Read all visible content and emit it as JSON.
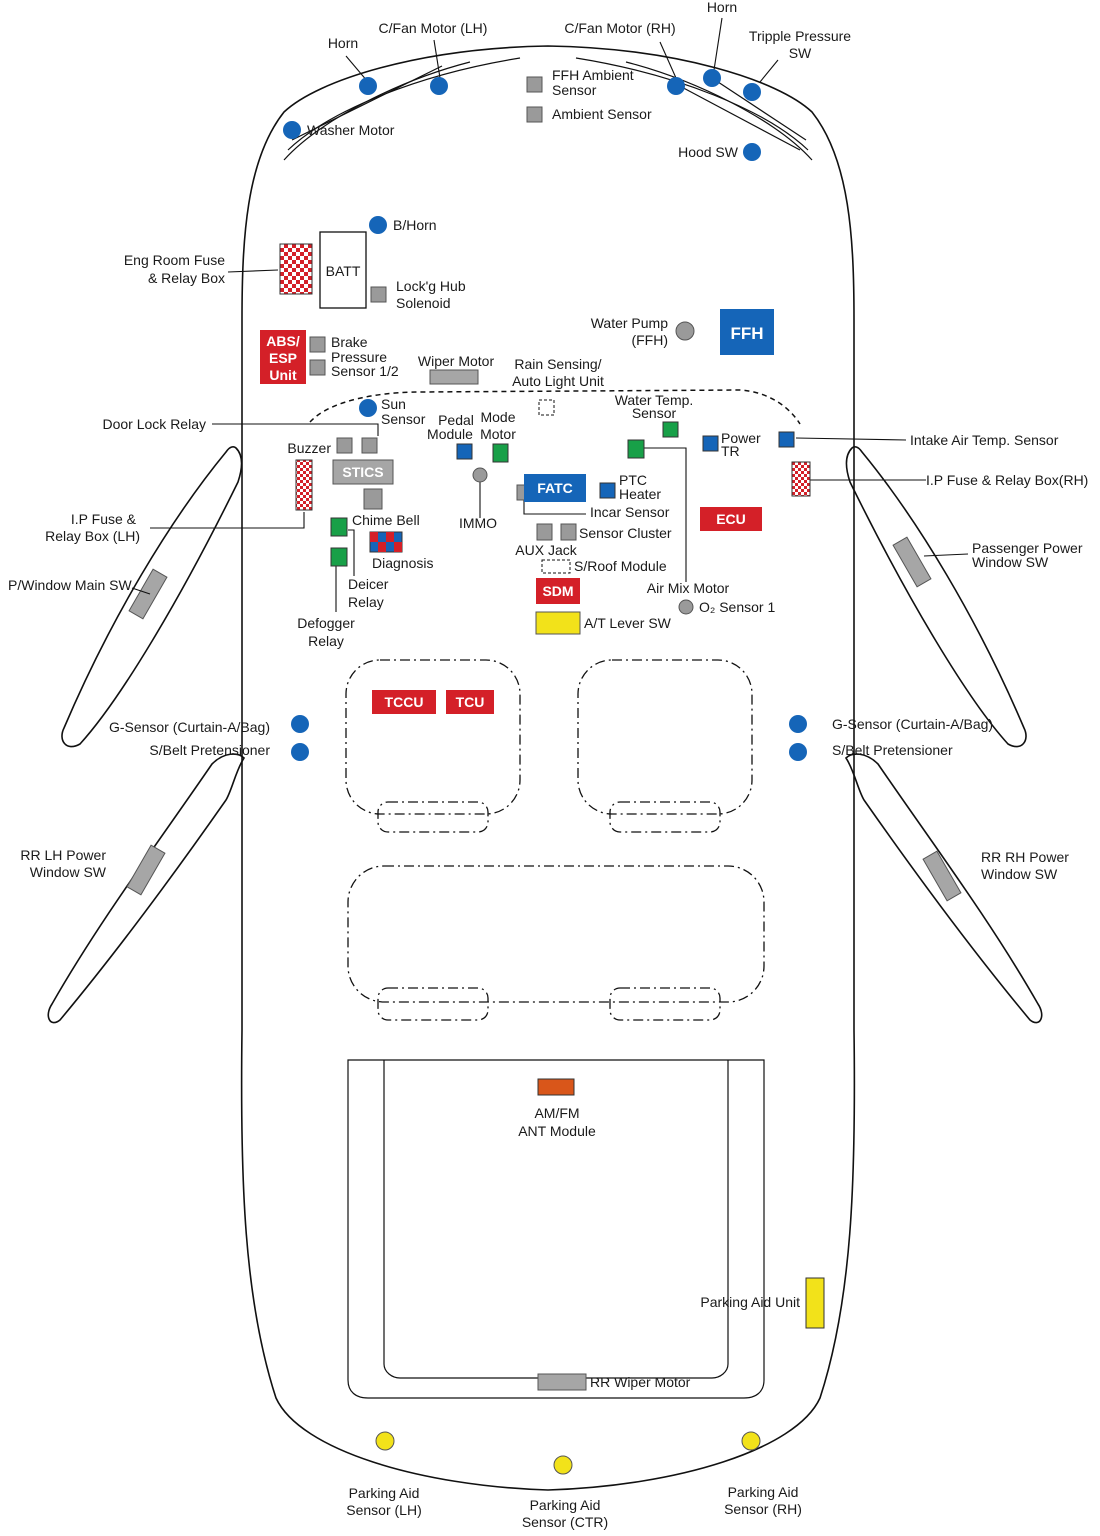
{
  "colors": {
    "circle_sensor": "#1565b8",
    "square_gray": "#9a9a9a",
    "square_blue": "#1565b8",
    "square_green": "#18a048",
    "module_red": "#d42028",
    "module_blue": "#1565b8",
    "module_yellow": "#f2e21a",
    "module_orange": "#d9561a",
    "module_gray": "#a6a6a6",
    "fuse_checker": "#d42028",
    "circle_yellow": "#f2e21a",
    "circle_gray": "#9a9a9a"
  },
  "labels": {
    "horn_lh": "Horn",
    "cfan_lh": "C/Fan Motor (LH)",
    "cfan_rh": "C/Fan Motor (RH)",
    "horn_rh": "Horn",
    "tripple_line1": "Tripple Pressure",
    "tripple_line2": "SW",
    "ffh_ambient_line1": "FFH Ambient",
    "ffh_ambient_line2": "Sensor",
    "ambient_sensor": "Ambient Sensor",
    "washer_motor": "Washer Motor",
    "hood_sw": "Hood SW",
    "b_horn": "B/Horn",
    "eng_room_line1": "Eng Room Fuse",
    "eng_room_line2": "& Relay Box",
    "batt": "BATT",
    "lockg_line1": "Lock'g Hub",
    "lockg_line2": "Solenoid",
    "water_pump_line1": "Water Pump",
    "water_pump_line2": "(FFH)",
    "ffh": "FFH",
    "abs_line1": "ABS/",
    "abs_line2": "ESP",
    "abs_line3": "Unit",
    "brake_line1": "Brake",
    "brake_line2": "Pressure",
    "brake_line3": "Sensor 1/2",
    "wiper_motor": "Wiper Motor",
    "rain_line1": "Rain Sensing/",
    "rain_line2": "Auto Light Unit",
    "sun_line1": "Sun",
    "sun_line2": "Sensor",
    "door_lock_relay": "Door Lock Relay",
    "water_temp_line1": "Water Temp.",
    "water_temp_line2": "Sensor",
    "pedal_line1": "Pedal",
    "pedal_line2": "Module",
    "mode_line1": "Mode",
    "mode_line2": "Motor",
    "power_tr_line1": "Power",
    "power_tr_line2": "TR",
    "intake_air": "Intake Air Temp. Sensor",
    "buzzer": "Buzzer",
    "stics": "STICS",
    "ip_fuse_rh": "I.P Fuse & Relay Box(RH)",
    "fatc": "FATC",
    "ptc_line1": "PTC",
    "ptc_line2": "Heater",
    "ip_fuse_lh_line1": "I.P Fuse &",
    "ip_fuse_lh_line2": "Relay Box (LH)",
    "chime_bell": "Chime Bell",
    "immo": "IMMO",
    "incar_sensor": "Incar Sensor",
    "ecu": "ECU",
    "diagnosis": "Diagnosis",
    "sensor_cluster": "Sensor Cluster",
    "aux_jack": "AUX Jack",
    "passenger_pw_line1": "Passenger Power",
    "passenger_pw_line2": "Window SW",
    "pwindow_main": "P/Window Main SW",
    "sroof_module": "S/Roof Module",
    "deicer_line1": "Deicer",
    "deicer_line2": "Relay",
    "air_mix_motor": "Air Mix Motor",
    "sdm": "SDM",
    "o2_sensor": "O₂ Sensor 1",
    "defogger_line1": "Defogger",
    "defogger_line2": "Relay",
    "at_lever": "A/T Lever SW",
    "tccu": "TCCU",
    "tcu": "TCU",
    "g_sensor_lh": "G-Sensor (Curtain-A/Bag)",
    "sbelt_lh": "S/Belt Pretensioner",
    "g_sensor_rh": "G-Sensor (Curtain-A/Bag)",
    "sbelt_rh": "S/Belt Pretensioner",
    "rr_lh_line1": "RR LH Power",
    "rr_lh_line2": "Window SW",
    "rr_rh_line1": "RR RH Power",
    "rr_rh_line2": "Window SW",
    "amfm_line1": "AM/FM",
    "amfm_line2": "ANT Module",
    "parking_aid_unit": "Parking Aid Unit",
    "rr_wiper": "RR Wiper Motor",
    "pas_lh_line1": "Parking Aid",
    "pas_lh_line2": "Sensor (LH)",
    "pas_ctr_line1": "Parking Aid",
    "pas_ctr_line2": "Sensor (CTR)",
    "pas_rh_line1": "Parking Aid",
    "pas_rh_line2": "Sensor (RH)"
  }
}
